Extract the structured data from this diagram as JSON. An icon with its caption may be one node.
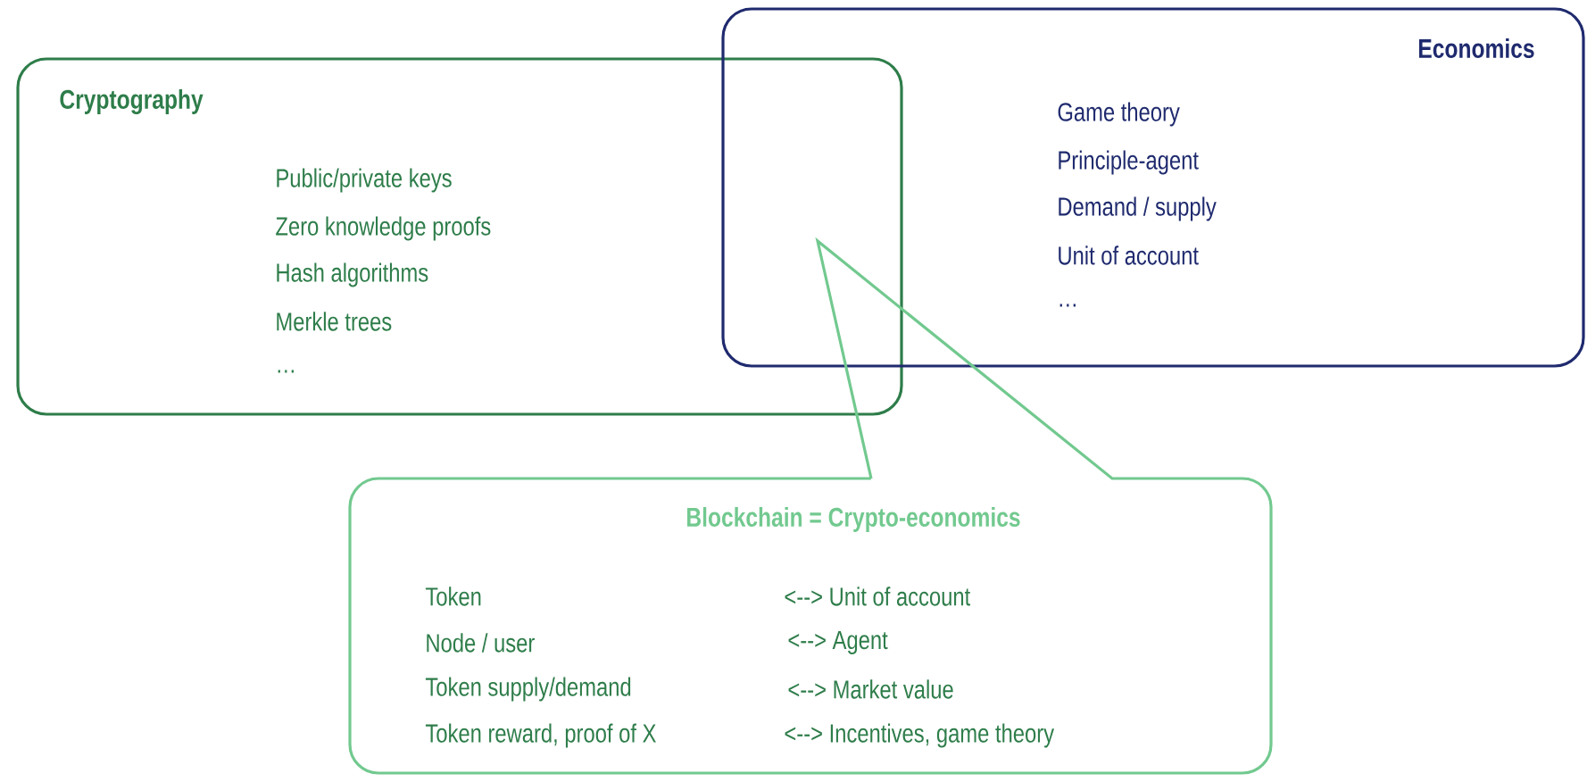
{
  "diagram": {
    "nodes": [
      {
        "text": [
          "Cryptography",
          "Public/private keys",
          "Zero knowledge proofs",
          "Hash algorithms",
          "Merkle trees",
          "…"
        ]
      },
      {
        "text": [
          "Economics",
          "Game theory",
          "Principle-agent",
          "Demand / supply",
          "Unit of account",
          "…"
        ]
      },
      {
        "text": [
          "Blockchain = Crypto-economics",
          "Token",
          "<--> Unit of account",
          "Node / user",
          "<--> Agent",
          "Token supply/demand",
          "<--> Market value",
          "Token reward, proof of X",
          "<--> Incentives, game theory"
        ]
      }
    ]
  }
}
